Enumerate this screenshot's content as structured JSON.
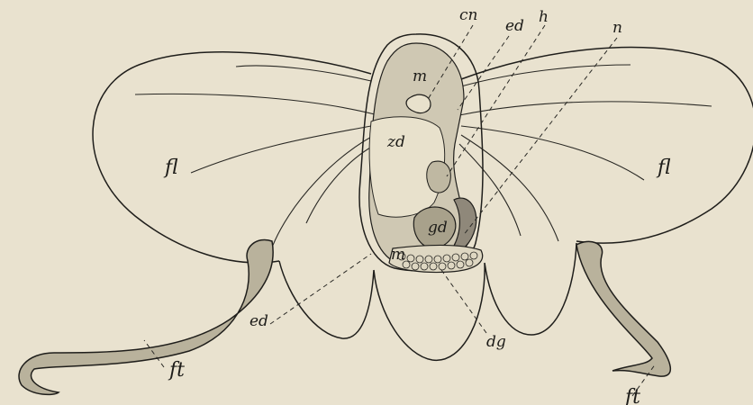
{
  "figure": {
    "background": "#e9e2cf",
    "ink": "#1f1e1b",
    "tentacle_fill": "#b9b29c",
    "body_fill": "#cfc8b3",
    "labels": {
      "cn": "cn",
      "ed_top": "ed",
      "h": "h",
      "n": "n",
      "m_top": "m",
      "zd": "zd",
      "fl_left": "fl",
      "fl_right": "fl",
      "gd": "gd",
      "m_bottom": "m",
      "ed_bottom": "ed",
      "dg": "dg",
      "ft_left": "ft",
      "ft_right": "ft"
    }
  }
}
